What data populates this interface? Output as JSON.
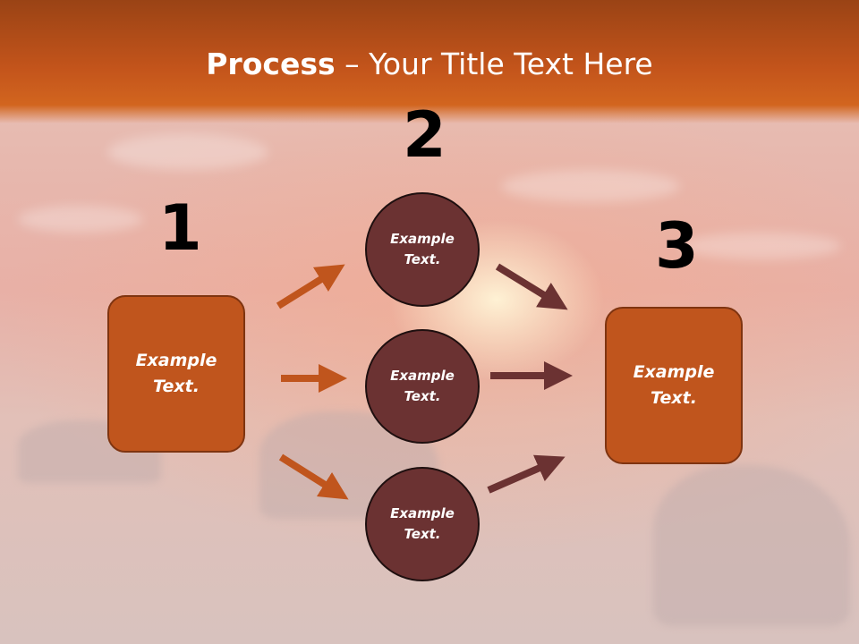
{
  "title": {
    "bold": "Process",
    "rest": " – Your Title Text Here"
  },
  "steps": [
    {
      "number": "1",
      "text": "Example\nText."
    },
    {
      "number": "2",
      "circles": [
        "Example\nText.",
        "Example\nText.",
        "Example\nText."
      ]
    },
    {
      "number": "3",
      "text": "Example\nText."
    }
  ],
  "colors": {
    "accent_orange": "#c0551d",
    "accent_maroon": "#6b3232",
    "header_band": "#c3541b"
  }
}
